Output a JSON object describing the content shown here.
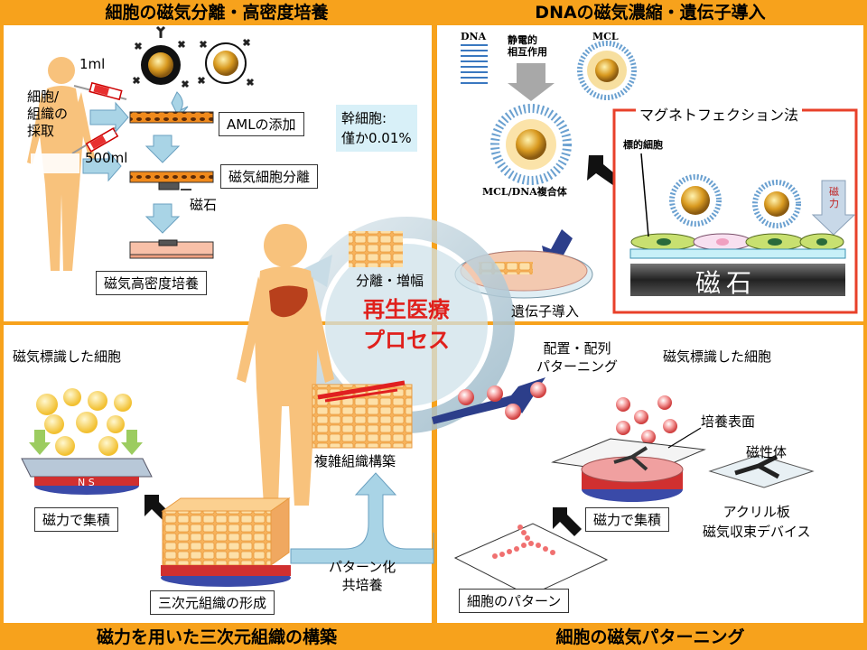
{
  "headers": {
    "top_left": "細胞の磁気分離・高密度培養",
    "top_right": "DNAの磁気濃縮・遺伝子導入",
    "bottom_left": "磁力を用いた三次元組織の構築",
    "bottom_right": "細胞の磁気パターニング"
  },
  "top_left": {
    "vol_1ml": "1ml",
    "collect_label": "細胞/\n組織の\n採取",
    "vol_500ml": "500ml",
    "aml_label": "AMLの添加",
    "stem_label": "幹細胞:\n僅か0.01%",
    "separation_label": "磁気細胞分離",
    "magnet_label": "磁石",
    "culture_label": "磁気高密度培養"
  },
  "top_right": {
    "dna_label": "DNA",
    "electrostatic_label": "静電的\n相互作用",
    "mcl_label": "MCL",
    "complex_label": "MCL/DNA複合体",
    "magnetofection_title": "マグネトフェクション法",
    "target_cell_label": "標的細胞",
    "force_label": "磁\n力",
    "magnet_label": "磁石",
    "transfer_label": "遺伝子導入"
  },
  "center": {
    "title": "再生医療\nプロセス",
    "separate_label": "分離・増幅",
    "complex_tissue_label": "複雑組織構築",
    "pattern_label": "配置・配列\nパターニング",
    "coculture_label": "パターン化\n共培養"
  },
  "bottom_left": {
    "labeled_cells": "磁気標識した細胞",
    "accumulate": "磁力で集積",
    "formation": "三次元組織の形成",
    "ns_label": "N S"
  },
  "bottom_right": {
    "labeled_cells": "磁気標識した細胞",
    "culture_surface": "培養表面",
    "magnetic_body": "磁性体",
    "accumulate": "磁力で集積",
    "device": "アクリル板\n磁気収束デバイス",
    "cell_pattern": "細胞のパターン"
  },
  "colors": {
    "frame": "#f7a21c",
    "accent_red": "#e8402a",
    "center_title": "#e0201c",
    "arrow_blue": "#a9d4e6",
    "skin": "#f8c27c"
  }
}
